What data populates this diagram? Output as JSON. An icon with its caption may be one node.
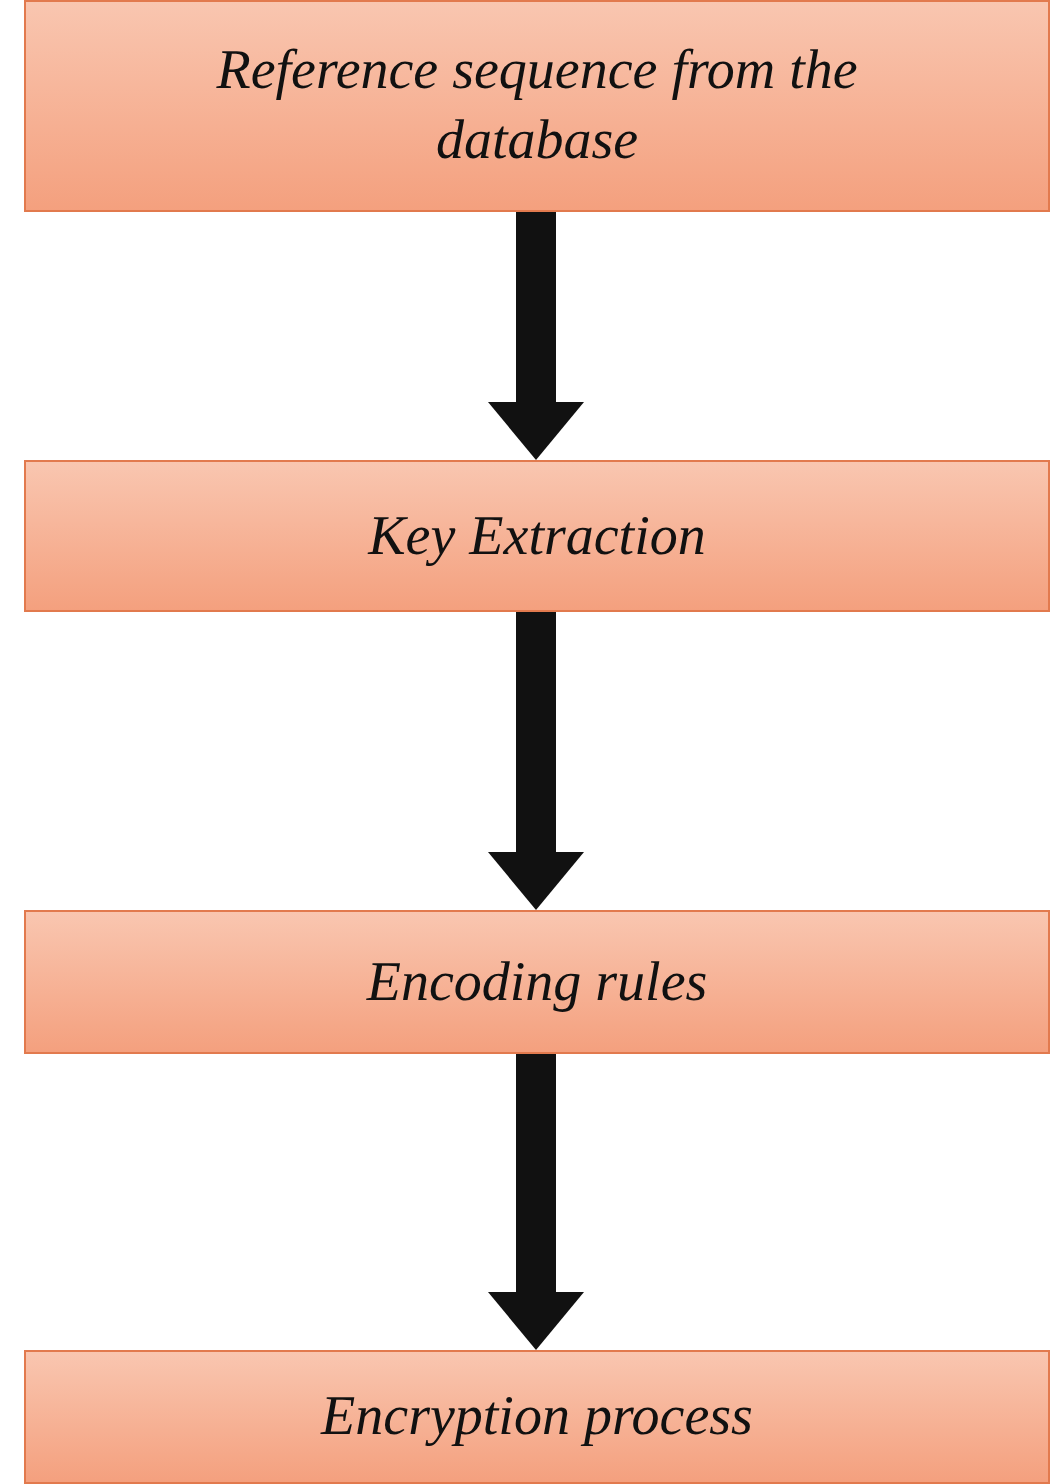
{
  "diagram": {
    "nodes": [
      {
        "text": [
          "Reference sequence from the database"
        ]
      },
      {
        "text": [
          "Key Extraction"
        ]
      },
      {
        "text": [
          "Encoding rules"
        ]
      },
      {
        "text": [
          "Encryption process"
        ]
      }
    ],
    "edges": [
      {
        "from": 0,
        "to": 1,
        "arrow": "to"
      },
      {
        "from": 1,
        "to": 2,
        "arrow": "to"
      },
      {
        "from": 2,
        "to": 3,
        "arrow": "to"
      }
    ]
  }
}
